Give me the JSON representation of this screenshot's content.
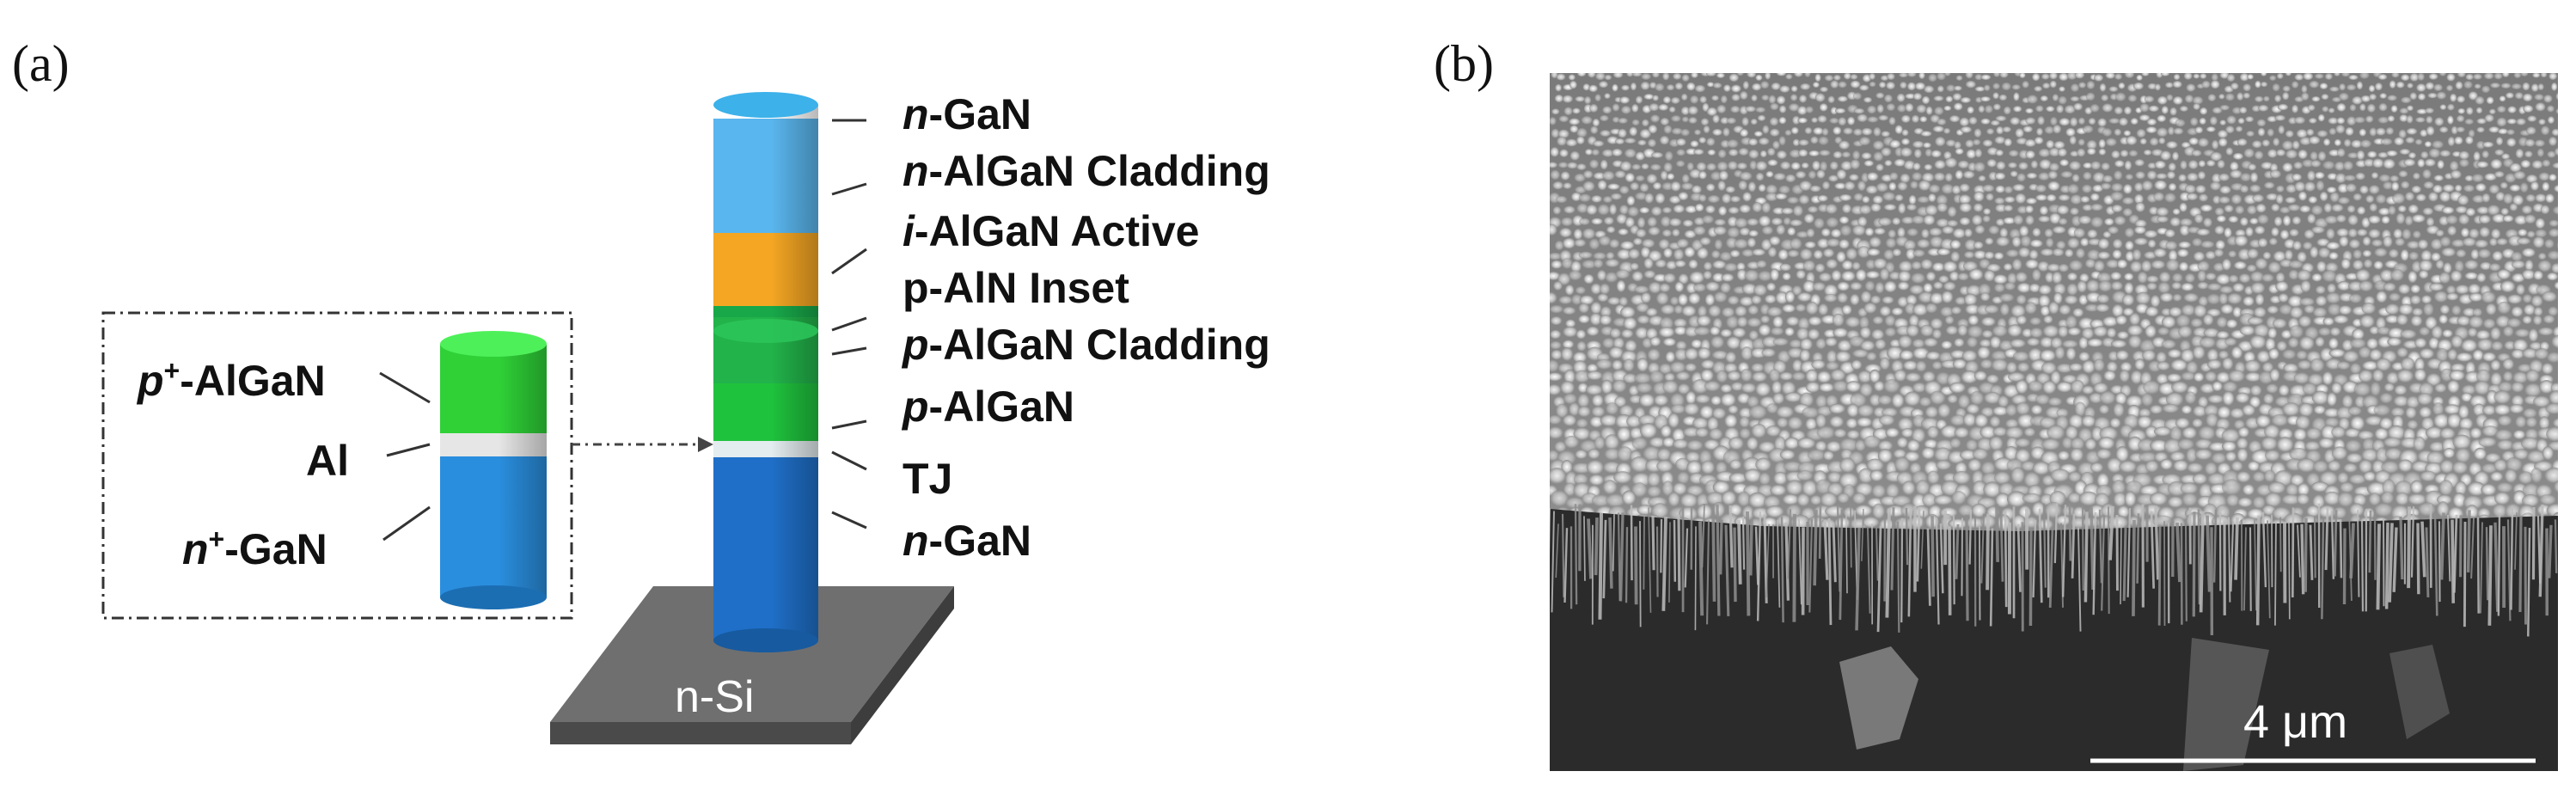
{
  "panels": {
    "a": "(a)",
    "b": "(b)"
  },
  "substrate": "n-Si",
  "inset_layers": [
    {
      "prefix": "p",
      "sup": "+",
      "rest": "-AlGaN",
      "italic": true,
      "color": "#2fd137"
    },
    {
      "prefix": "",
      "sup": "",
      "rest": "Al",
      "italic": false,
      "color": "#e6e6e6"
    },
    {
      "prefix": "n",
      "sup": "+",
      "rest": "-GaN",
      "italic": true,
      "color": "#2a8ede"
    }
  ],
  "column_layers": [
    {
      "prefix": "n",
      "rest": "-GaN",
      "italic": true,
      "color": "#3cb1ea"
    },
    {
      "prefix": "n",
      "rest": "-AlGaN Cladding",
      "italic": true,
      "color": "#5ab6ee"
    },
    {
      "prefix": "i",
      "rest": "-AlGaN Active",
      "italic": true,
      "color": "#f5a623"
    },
    {
      "prefix": "",
      "rest": "p-AlN Inset",
      "italic": false,
      "color": "#18a84a"
    },
    {
      "prefix": "p",
      "rest": "-AlGaN Cladding",
      "italic": true,
      "color": "#22b34a"
    },
    {
      "prefix": "p",
      "rest": "-AlGaN",
      "italic": true,
      "color": "#1fc23d"
    },
    {
      "prefix": "",
      "rest": "TJ",
      "italic": false,
      "color": "#e3ecef"
    },
    {
      "prefix": "n",
      "rest": "-GaN",
      "italic": true,
      "color": "#1f6fc8"
    }
  ],
  "scale_bar": "4 μm"
}
